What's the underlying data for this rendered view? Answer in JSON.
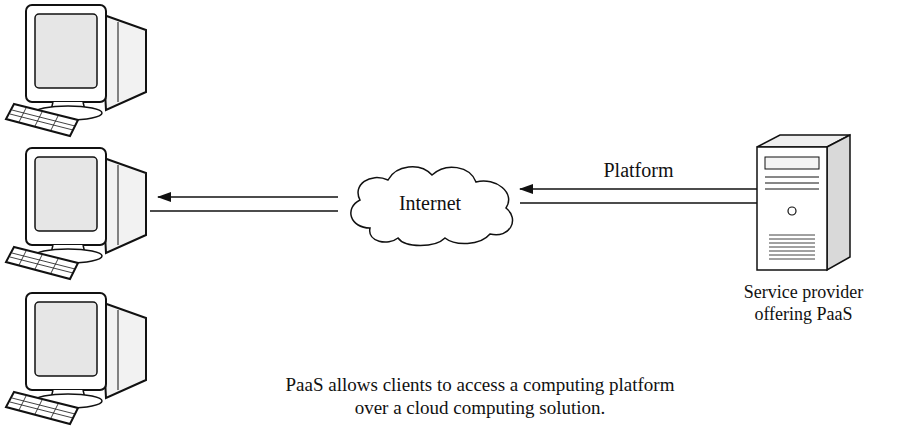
{
  "diagram": {
    "caption": "PaaS allows clients to access a computing platform over a cloud computing solution.",
    "nodes": [
      {
        "text": [
          "Internet"
        ]
      },
      {
        "text": [
          "Service provider offering PaaS"
        ]
      }
    ],
    "edges": [
      {
        "from": 1,
        "to": 0,
        "arrow": "to",
        "label": "Platform"
      }
    ]
  }
}
